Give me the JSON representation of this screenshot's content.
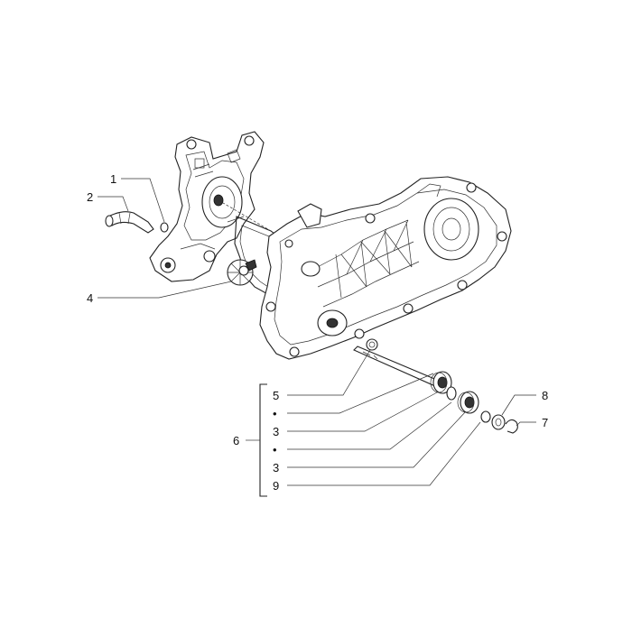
{
  "callouts": {
    "c1": "1",
    "c2": "2",
    "c4": "4",
    "c5": "5",
    "dot_a": "•",
    "c3a": "3",
    "dot_b": "•",
    "c3b": "3",
    "c9": "9",
    "c6": "6",
    "c8": "8",
    "c7": "7"
  }
}
